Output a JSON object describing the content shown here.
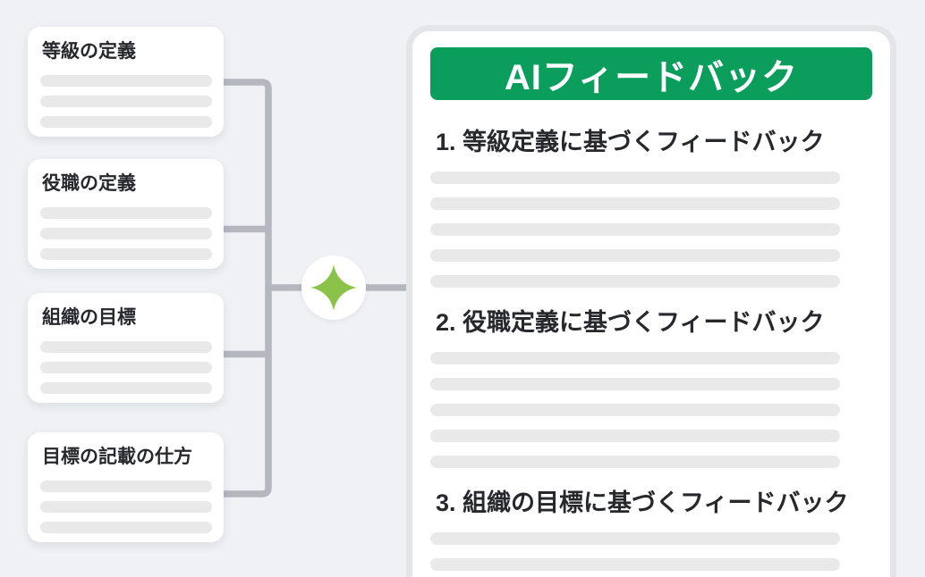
{
  "colors": {
    "bg": "#eff1f5",
    "accent_green": "#0a9d5c",
    "sparkle_green": "#8bc34a",
    "connector": "#b4b7be",
    "card_border": "#e3e5e9",
    "skeleton": "#e9e9ea",
    "text": "#26282c"
  },
  "left_cards": [
    {
      "title": "等級の定義"
    },
    {
      "title": "役職の定義"
    },
    {
      "title": "組織の目標"
    },
    {
      "title": "目標の記載の仕方"
    }
  ],
  "hub": {
    "icon": "sparkle-icon"
  },
  "right_card": {
    "header": "AIフィードバック",
    "sections": [
      {
        "title": "1. 等級定義に基づくフィードバック"
      },
      {
        "title": "2. 役職定義に基づくフィードバック"
      },
      {
        "title": "3. 組織の目標に基づくフィードバック"
      }
    ]
  }
}
